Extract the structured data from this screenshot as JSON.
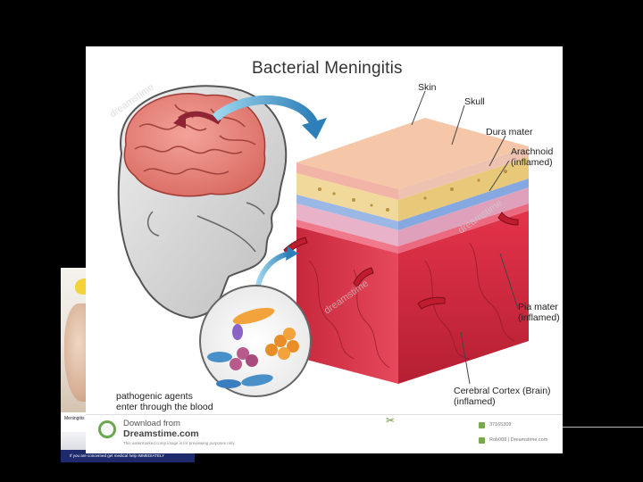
{
  "illustration": {
    "title": "Bacterial Meningitis",
    "labels": {
      "skin": "Skin",
      "skull": "Skull",
      "dura": "Dura mater",
      "arachnoid_1": "Arachnoid",
      "arachnoid_2": "(inflamed)",
      "pia_1": "Pia mater",
      "pia_2": "(inflamed)",
      "cortex_1": "Cerebral Cortex (Brain)",
      "cortex_2": "(inflamed)",
      "pathogen_1": "pathogenic agents",
      "pathogen_2": "enter through the blood"
    },
    "watermark": "dreamstime"
  },
  "footer": {
    "download_label": "Download from",
    "site": "Dreamstime.com",
    "note": "This watermarked comp image is for previewing purposes only.",
    "id_text": "37165309",
    "credit_text": "Rob008 | Dreamstime.com"
  },
  "background_slide": {
    "warning": "If you are concerned get medical help IMMEDIATELY",
    "strip_text": "Meningitis"
  },
  "colors": {
    "brand_green": "#6aa84f",
    "tissue_red": "#d6283d",
    "dark_text": "#222222"
  }
}
